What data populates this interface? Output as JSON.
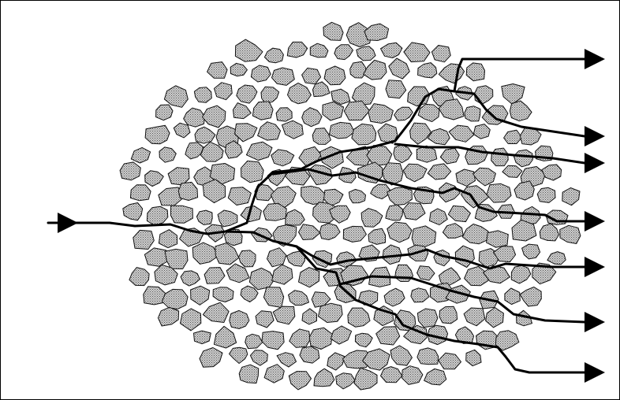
{
  "diagram": {
    "description_visible_text": "",
    "colors": {
      "background": "#ffffff",
      "frame": "#000000",
      "grain_fill": "#c9c9c9",
      "grain_stipple": "#5a5a5a",
      "grain_outline": "#111111",
      "path_stroke": "#000000"
    },
    "inlet_arrow_count": 1,
    "outlet_arrow_count": 7,
    "flow_path_count": 7
  }
}
